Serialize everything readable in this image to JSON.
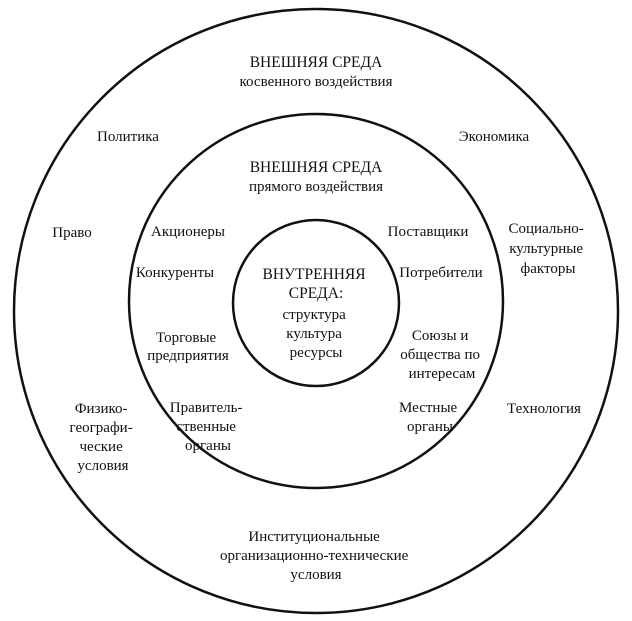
{
  "outer": {
    "title": "ВНЕШНЯЯ СРЕДА",
    "subtitle": "косвенного воздействия",
    "factors": {
      "politics": "Политика",
      "economics": "Экономика",
      "law": "Право",
      "sociocultural": [
        "Социально-",
        "культурные",
        "факторы"
      ],
      "physical_geo": [
        "Физико-",
        "географи-",
        "ческие",
        "условия"
      ],
      "technology": "Технология",
      "institutional": [
        "Институциональные",
        "организационно-технические",
        "условия"
      ]
    }
  },
  "middle": {
    "title": "ВНЕШНЯЯ СРЕДА",
    "subtitle": "прямого воздействия",
    "factors": {
      "shareholders": "Акционеры",
      "suppliers": "Поставщики",
      "competitors": "Конкуренты",
      "consumers": "Потребители",
      "trade": [
        "Торговые",
        "предприятия"
      ],
      "unions": [
        "Союзы и",
        "общества по",
        "интересам"
      ],
      "government": [
        "Правитель-",
        "ственные",
        "органы"
      ],
      "local": [
        "Местные",
        "органы"
      ]
    }
  },
  "inner": {
    "title": [
      "ВНУТРЕННЯЯ",
      "СРЕДА:"
    ],
    "items": [
      "структура",
      "культура",
      "ресурсы"
    ]
  },
  "colors": {
    "stroke": "#111111",
    "text": "#111111",
    "background": "#ffffff"
  }
}
